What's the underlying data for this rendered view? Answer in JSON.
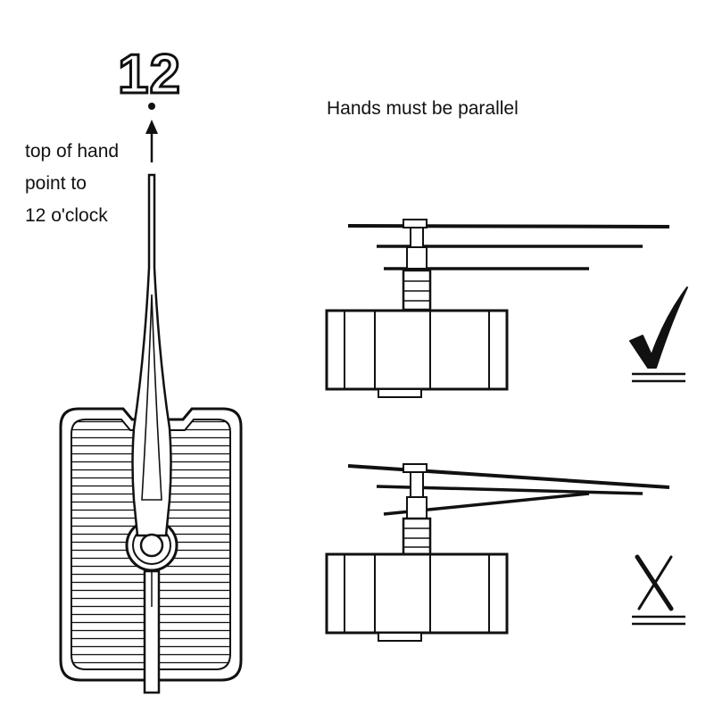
{
  "number_label": "12",
  "instruction": {
    "line1": "top of hand",
    "line2": "point to",
    "line3": "12 o'clock"
  },
  "heading": "Hands must be parallel",
  "icons": {
    "correct": "checkmark-icon",
    "wrong": "x-mark-icon"
  },
  "colors": {
    "ink": "#111111",
    "paper": "#ffffff"
  }
}
